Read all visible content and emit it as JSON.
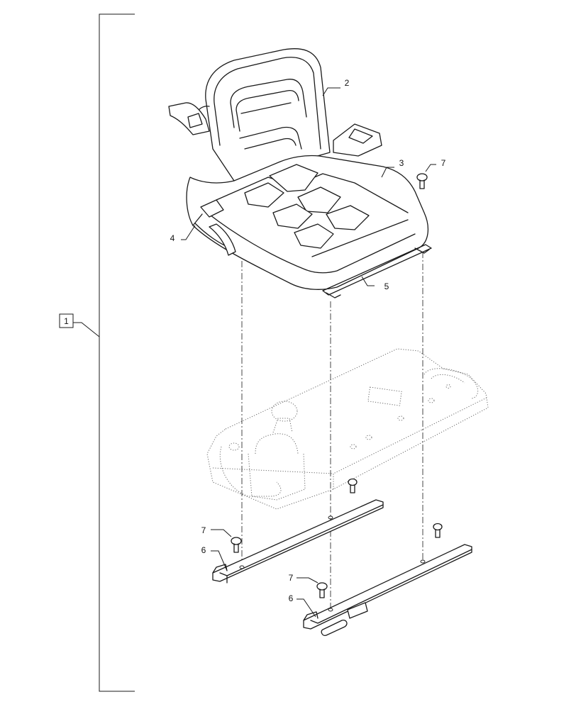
{
  "callouts": {
    "assembly": "1",
    "backrest": "2",
    "cushion": "3",
    "seat_belt": "4",
    "rail_bracket": "5",
    "slide_rail_left": "6",
    "slide_rail_right": "6",
    "screw_top": "7",
    "screw_left": "7",
    "screw_right": "7"
  }
}
